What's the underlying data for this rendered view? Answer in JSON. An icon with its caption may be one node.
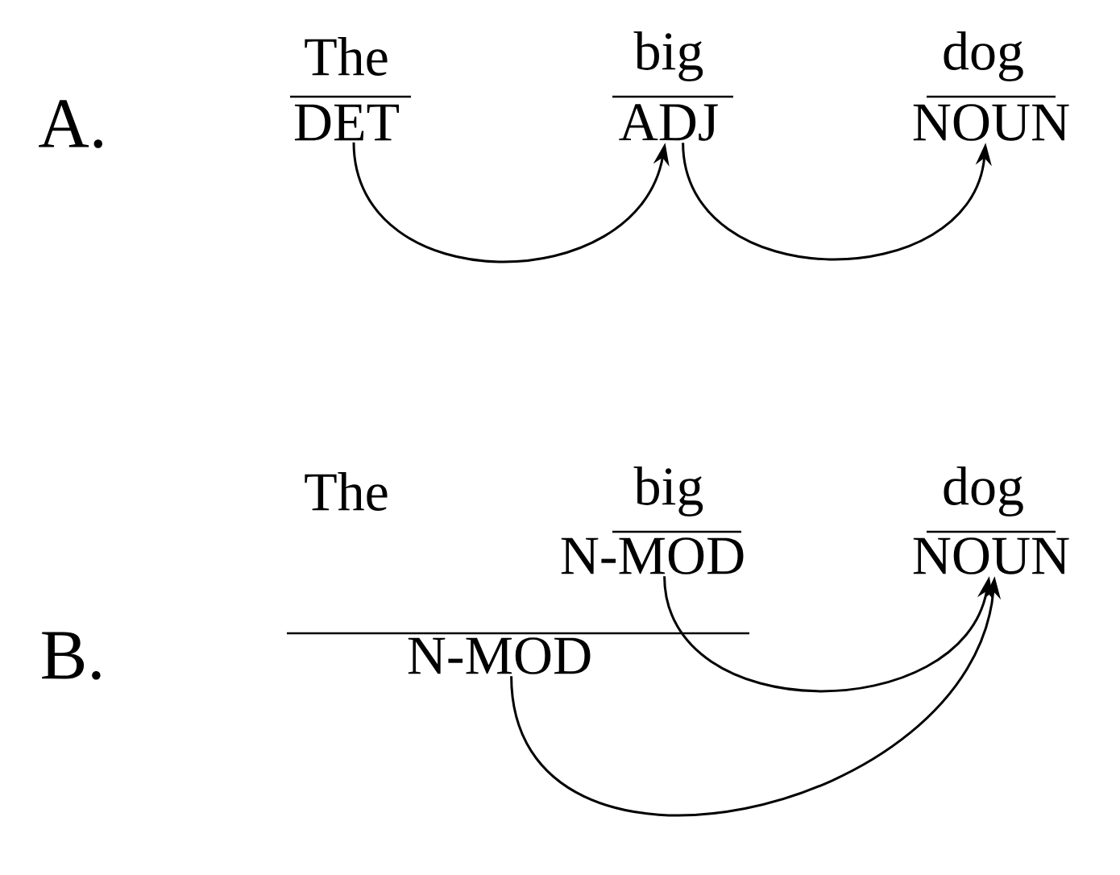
{
  "diagram": {
    "nodes": [
      {
        "text": [
          "DET"
        ]
      },
      {
        "text": [
          "ADJ"
        ]
      },
      {
        "text": [
          "NOUN"
        ]
      },
      {
        "text": [
          "N-MOD"
        ]
      },
      {
        "text": [
          "NOUN"
        ]
      },
      {
        "text": [
          "N-MOD"
        ]
      }
    ],
    "edges": [
      {
        "from": 0,
        "to": 1,
        "arrow": "to"
      },
      {
        "from": 1,
        "to": 2,
        "arrow": "to"
      },
      {
        "from": 3,
        "to": 4,
        "arrow": "to"
      },
      {
        "from": 5,
        "to": 4,
        "arrow": "to"
      }
    ],
    "labels": [
      "The",
      "big",
      "dog",
      "A.",
      "The",
      "big",
      "dog",
      "B."
    ]
  }
}
